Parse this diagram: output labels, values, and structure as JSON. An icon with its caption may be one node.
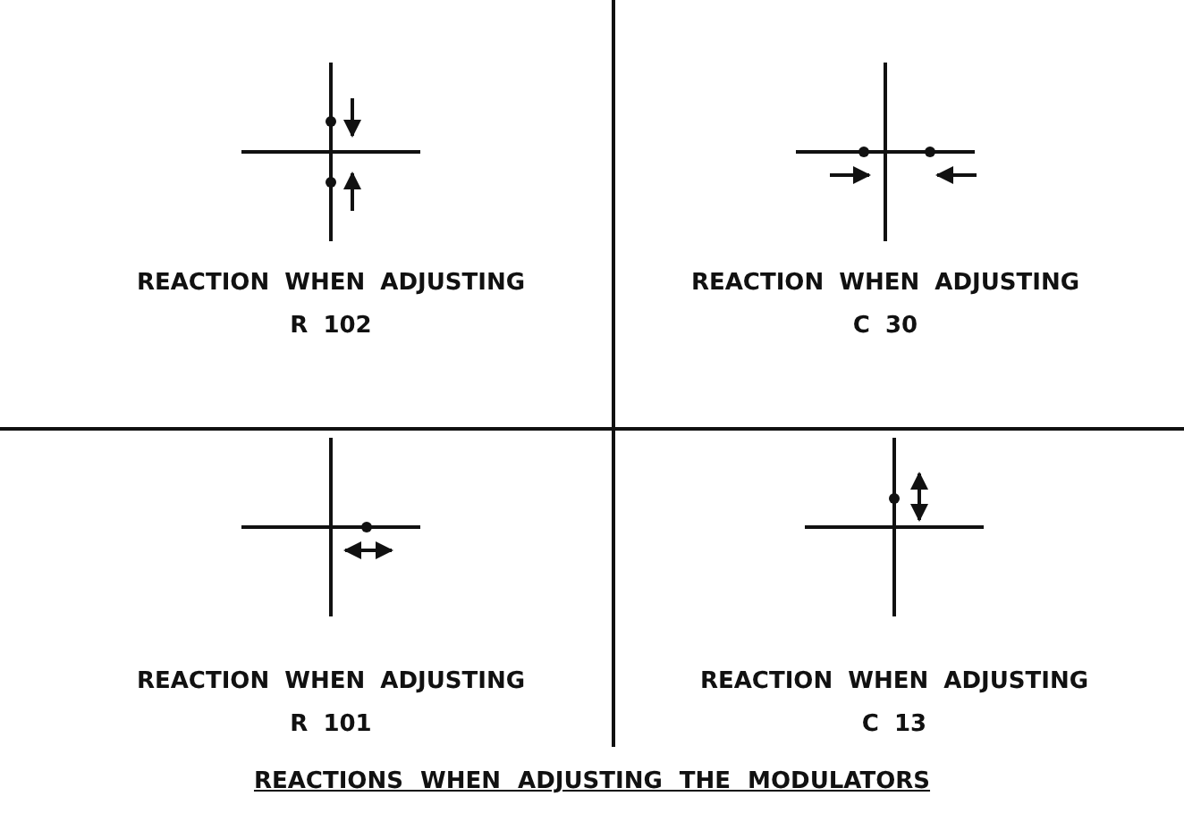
{
  "diagram": {
    "caption": "REACTIONS WHEN ADJUSTING THE MODULATORS",
    "labels": [
      "REACTION WHEN ADJUSTING R 102",
      "REACTION WHEN ADJUSTING C 30",
      "REACTION WHEN ADJUSTING R 101",
      "REACTION WHEN ADJUSTING C 13"
    ]
  }
}
